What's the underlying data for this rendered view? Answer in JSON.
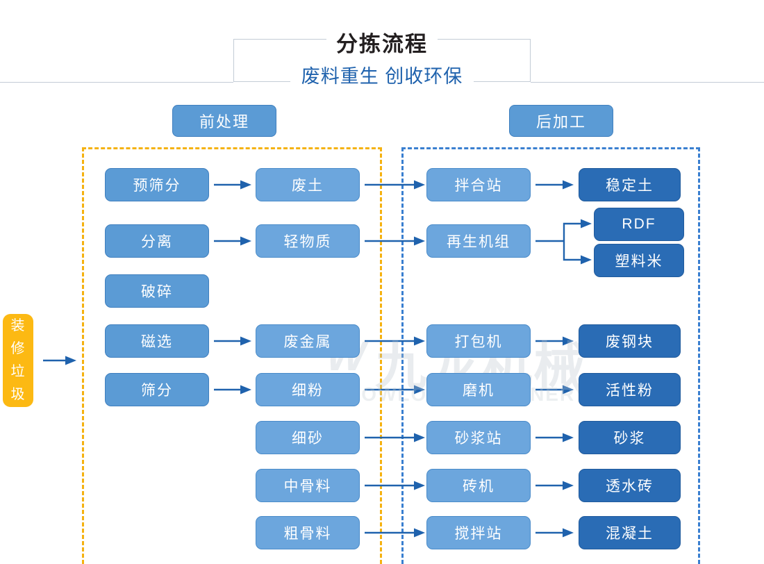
{
  "header": {
    "title": "分拣流程",
    "subtitle": "废料重生 创收环保"
  },
  "watermark": {
    "cn": "九龙机械",
    "en": "KOWLOONMACHINERY",
    "mark": "W"
  },
  "source": {
    "label": "装修垃圾"
  },
  "zones": [
    {
      "id": "pre",
      "label": "前处理",
      "border_color": "#f5b211"
    },
    {
      "id": "post",
      "label": "后加工",
      "border_color": "#3a7fd0"
    }
  ],
  "colors": {
    "node_mid": "#5b9bd5",
    "node_light": "#6ca6dd",
    "node_dark": "#2a6cb5",
    "source": "#fcb913",
    "arrow": "#1f62ad",
    "title": "#231f20",
    "subtitle": "#1f62ad"
  },
  "nodes": {
    "pre_process": [
      {
        "id": "n-yushaifen",
        "label": "预筛分"
      },
      {
        "id": "n-fenli",
        "label": "分离"
      },
      {
        "id": "n-posui",
        "label": "破碎"
      },
      {
        "id": "n-cixuan",
        "label": "磁选"
      },
      {
        "id": "n-shaifen",
        "label": "筛分"
      }
    ],
    "materials": [
      {
        "id": "m-feitu",
        "label": "废土"
      },
      {
        "id": "m-qingwuzhi",
        "label": "轻物质"
      },
      {
        "id": "m-feijinshu",
        "label": "废金属"
      },
      {
        "id": "m-xifen",
        "label": "细粉"
      },
      {
        "id": "m-xisha",
        "label": "细砂"
      },
      {
        "id": "m-zhonggu",
        "label": "中骨料"
      },
      {
        "id": "m-cugu",
        "label": "粗骨料"
      }
    ],
    "equipment": [
      {
        "id": "e-banhezhan",
        "label": "拌合站"
      },
      {
        "id": "e-zaishengjizu",
        "label": "再生机组"
      },
      {
        "id": "e-dabaoji",
        "label": "打包机"
      },
      {
        "id": "e-moji",
        "label": "磨机"
      },
      {
        "id": "e-shajiangzhan",
        "label": "砂浆站"
      },
      {
        "id": "e-zhuanji",
        "label": "砖机"
      },
      {
        "id": "e-jiaobanzhan",
        "label": "搅拌站"
      }
    ],
    "products": [
      {
        "id": "p-wendingtu",
        "label": "稳定土"
      },
      {
        "id": "p-rdf",
        "label": "RDF"
      },
      {
        "id": "p-sulaomi",
        "label": "塑料米"
      },
      {
        "id": "p-feigangkuai",
        "label": "废钢块"
      },
      {
        "id": "p-huoxingfen",
        "label": "活性粉"
      },
      {
        "id": "p-shajiang",
        "label": "砂浆"
      },
      {
        "id": "p-toushuizhuan",
        "label": "透水砖"
      },
      {
        "id": "p-hunningtu",
        "label": "混凝土"
      }
    ]
  }
}
